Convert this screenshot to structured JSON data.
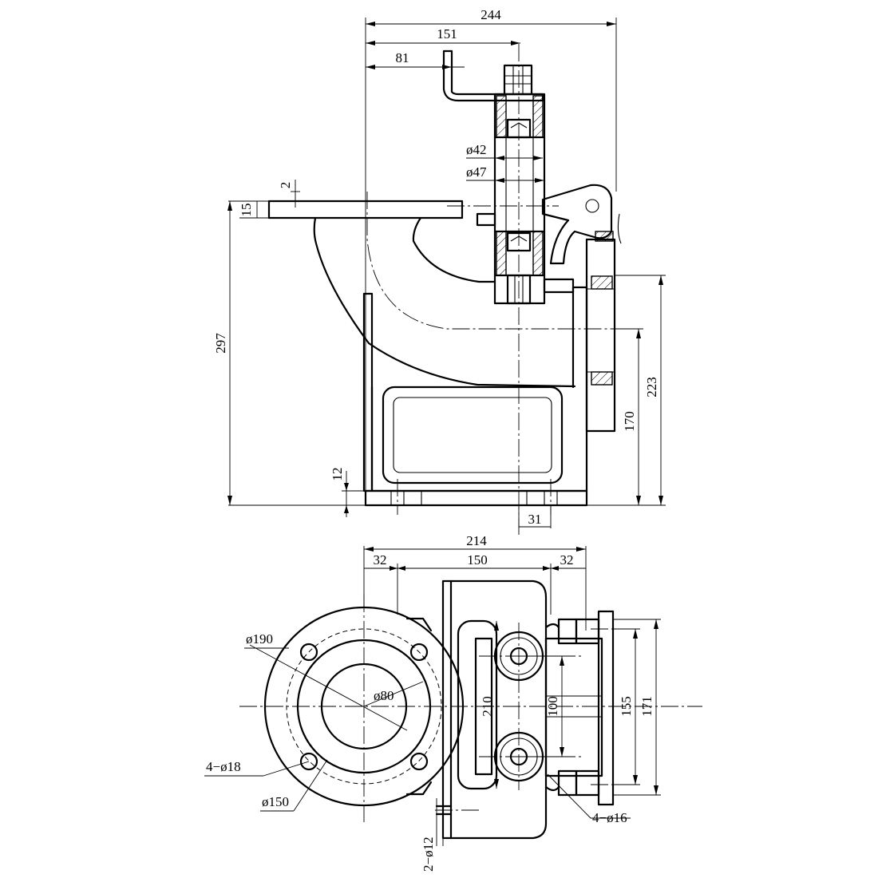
{
  "front_view": {
    "dimensions": {
      "overall_width": "244",
      "bracket_offset": "151",
      "pipe_offset": "81",
      "inner_bore": "ø42",
      "outer_bore": "ø47",
      "flange_step": "2",
      "flange_thickness": "15",
      "overall_height": "297",
      "base_thickness": "12",
      "base_foot": "31",
      "outlet_height_upper": "223",
      "outlet_height_lower": "170"
    }
  },
  "top_view": {
    "dimensions": {
      "base_width": "214",
      "left_margin": "32",
      "center_span": "150",
      "right_margin": "32",
      "flange_diameter": "ø190",
      "bore_diameter": "ø80",
      "bolt_holes_flange": "4−ø18",
      "bolt_circle": "ø150",
      "body_length": "210",
      "roller_spacing": "100",
      "hole_spacing_outer": "155",
      "flange_height": "171",
      "base_holes": "4−ø16",
      "slot_holes": "2−ø12"
    }
  }
}
